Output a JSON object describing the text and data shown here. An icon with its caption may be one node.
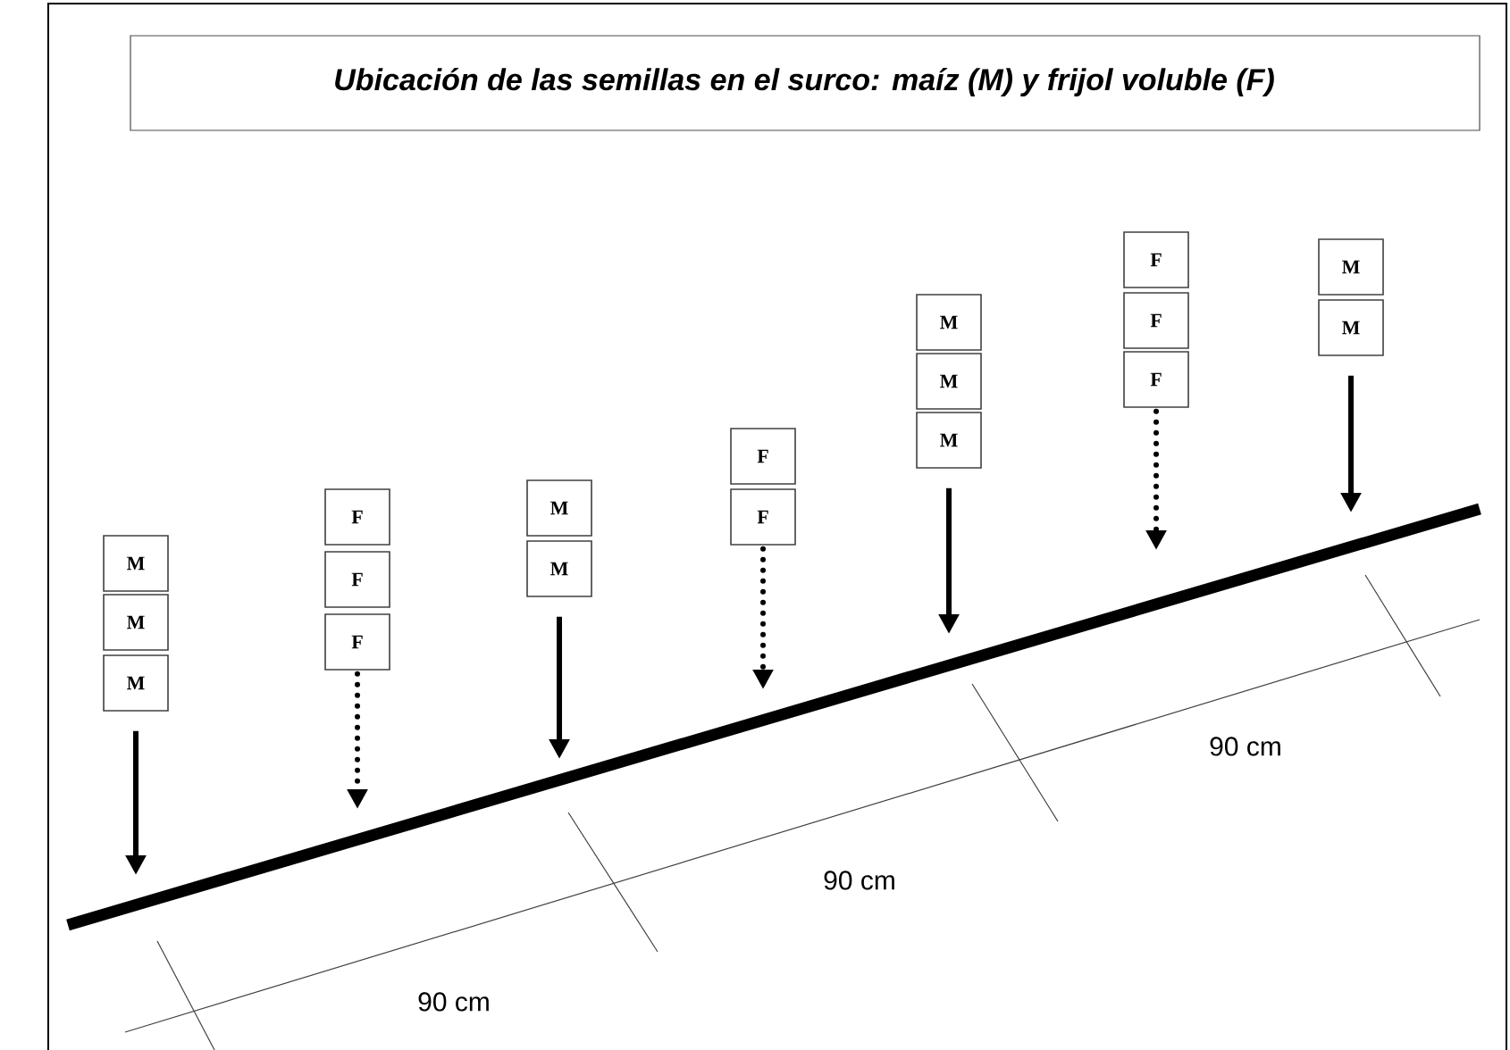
{
  "diagram": {
    "title": "Ubicación de las semillas en el surco: maíz (M) y frijol voluble (F)",
    "nodes": [
      {
        "text": [
          "M"
        ]
      },
      {
        "text": [
          "M"
        ]
      },
      {
        "text": [
          "M"
        ]
      },
      {
        "text": [
          "F"
        ]
      },
      {
        "text": [
          "F"
        ]
      },
      {
        "text": [
          "F"
        ]
      },
      {
        "text": [
          "M"
        ]
      },
      {
        "text": [
          "M"
        ]
      },
      {
        "text": [
          "F"
        ]
      },
      {
        "text": [
          "F"
        ]
      },
      {
        "text": [
          "M"
        ]
      },
      {
        "text": [
          "M"
        ]
      },
      {
        "text": [
          "M"
        ]
      },
      {
        "text": [
          "F"
        ]
      },
      {
        "text": [
          "F"
        ]
      },
      {
        "text": [
          "F"
        ]
      },
      {
        "text": [
          "M"
        ]
      },
      {
        "text": [
          "M"
        ]
      }
    ],
    "edges": [
      {
        "from": 2,
        "to": null,
        "arrow": "to"
      },
      {
        "from": 5,
        "to": null,
        "arrow": "to",
        "style": "dashed"
      },
      {
        "from": 7,
        "to": null,
        "arrow": "to"
      },
      {
        "from": 9,
        "to": null,
        "arrow": "to",
        "style": "dashed"
      },
      {
        "from": 12,
        "to": null,
        "arrow": "to"
      },
      {
        "from": 15,
        "to": null,
        "arrow": "to",
        "style": "dashed"
      },
      {
        "from": 17,
        "to": null,
        "arrow": "to"
      }
    ],
    "labels": [
      "90 cm",
      "90 cm",
      "90 cm"
    ]
  }
}
